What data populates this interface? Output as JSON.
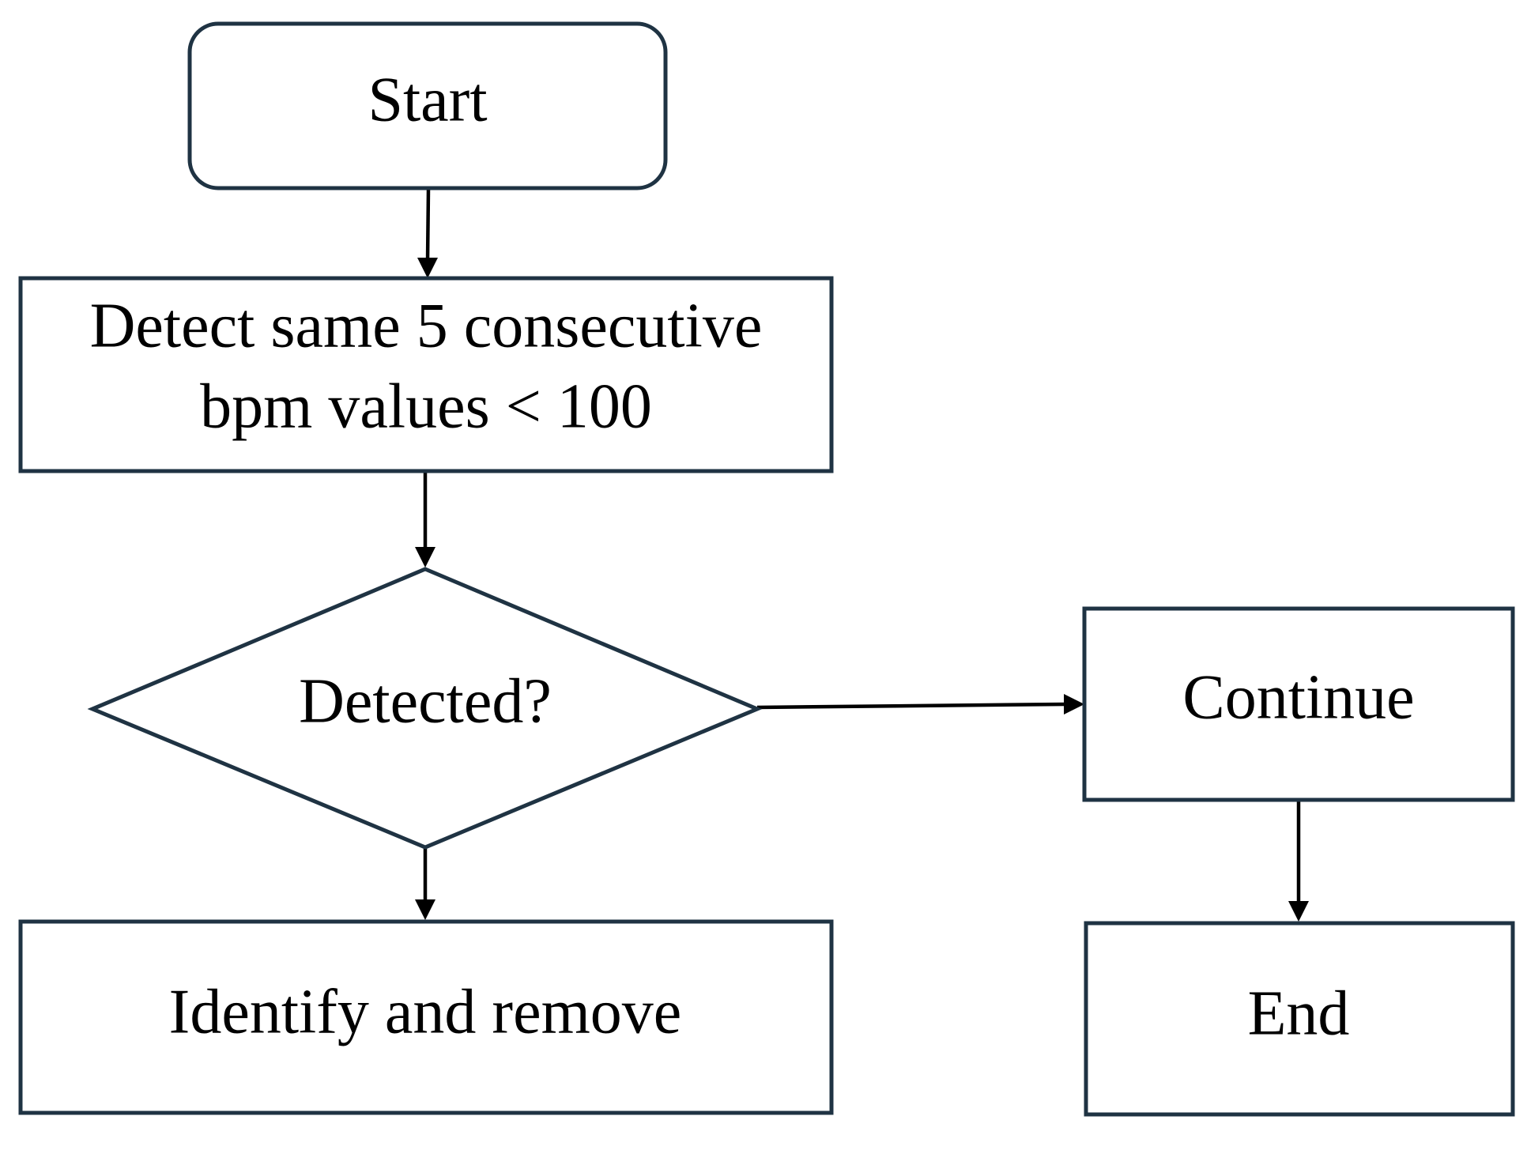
{
  "colors": {
    "shape_border": "#1f3343",
    "arrow": "#000000",
    "background": "#ffffff",
    "text": "#000000"
  },
  "nodes": {
    "start": {
      "shape": "rounded-rectangle",
      "label": "Start"
    },
    "detect": {
      "shape": "rectangle",
      "line1": "Detect same 5 consecutive",
      "line2": "bpm values < 100"
    },
    "decision": {
      "shape": "diamond",
      "label": "Detected?"
    },
    "continue": {
      "shape": "rectangle",
      "label": "Continue"
    },
    "identify": {
      "shape": "rectangle",
      "label": "Identify and remove"
    },
    "end": {
      "shape": "rectangle",
      "label": "End"
    }
  },
  "edges": [
    {
      "from": "start",
      "to": "detect"
    },
    {
      "from": "detect",
      "to": "decision"
    },
    {
      "from": "decision",
      "to": "continue"
    },
    {
      "from": "decision",
      "to": "identify"
    },
    {
      "from": "continue",
      "to": "end"
    }
  ]
}
